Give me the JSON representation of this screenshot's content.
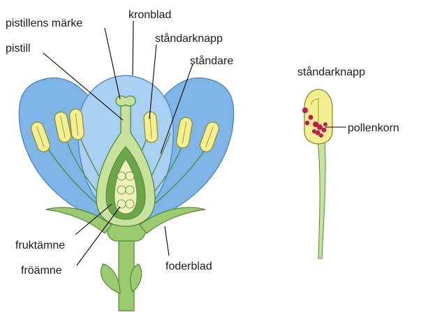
{
  "labels": {
    "stigma": "pistillens märke",
    "petal": "kronblad",
    "pistil": "pistill",
    "anther": "ståndarknapp",
    "stamen": "ståndare",
    "ovary": "fruktämne",
    "ovule": "fröämne",
    "sepal": "foderblad",
    "anther_detail": "ståndarknapp",
    "pollen": "pollenkorn"
  },
  "colors": {
    "petal_outer": "#7fb4e6",
    "petal_inner": "#a9d0f2",
    "petal_stroke": "#3f7fc0",
    "green_light": "#c7e29b",
    "green_mid": "#9ccb6f",
    "green_dark": "#6da64a",
    "green_stroke": "#4f8a35",
    "anther": "#f3ef8e",
    "anther_stroke": "#8a8a2a",
    "ovule": "#eef2b8",
    "pollen": "#c2185b",
    "line": "#000000"
  }
}
